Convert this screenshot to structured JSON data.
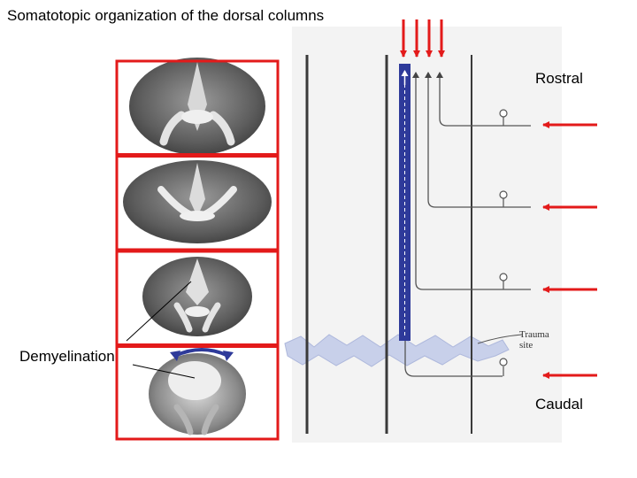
{
  "title": "Somatotopic organization of the dorsal columns",
  "labels": {
    "rostral": "Rostral",
    "caudal": "Caudal",
    "demyelination": "Demyelination",
    "trauma_line1": "Trauma",
    "trauma_line2": "site"
  },
  "colors": {
    "frame_red": "#e31a1a",
    "arrow_red": "#e31a1a",
    "column_blue": "#2e3a9a",
    "bracket_blue": "#2e3a9a",
    "trauma_band": "#c8d0ea"
  },
  "cross_sections": [
    {
      "name": "section-1"
    },
    {
      "name": "section-2"
    },
    {
      "name": "section-3"
    },
    {
      "name": "section-4-injured"
    }
  ]
}
